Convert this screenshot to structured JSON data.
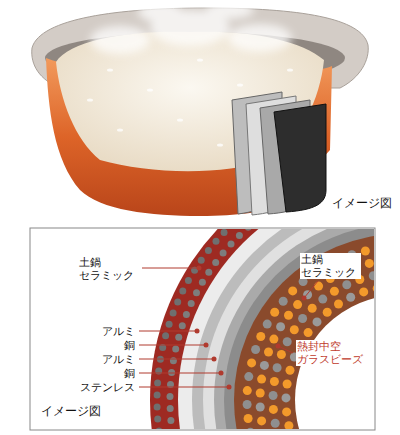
{
  "diagram": {
    "labels": [
      "イメージ図",
      "土鍋 セラミック",
      "アルミ",
      "銅",
      "アルミ",
      "銅",
      "ステンレス",
      "土鍋 セラミック",
      "熱封中空 ガラスビーズ",
      "イメージ図"
    ]
  }
}
